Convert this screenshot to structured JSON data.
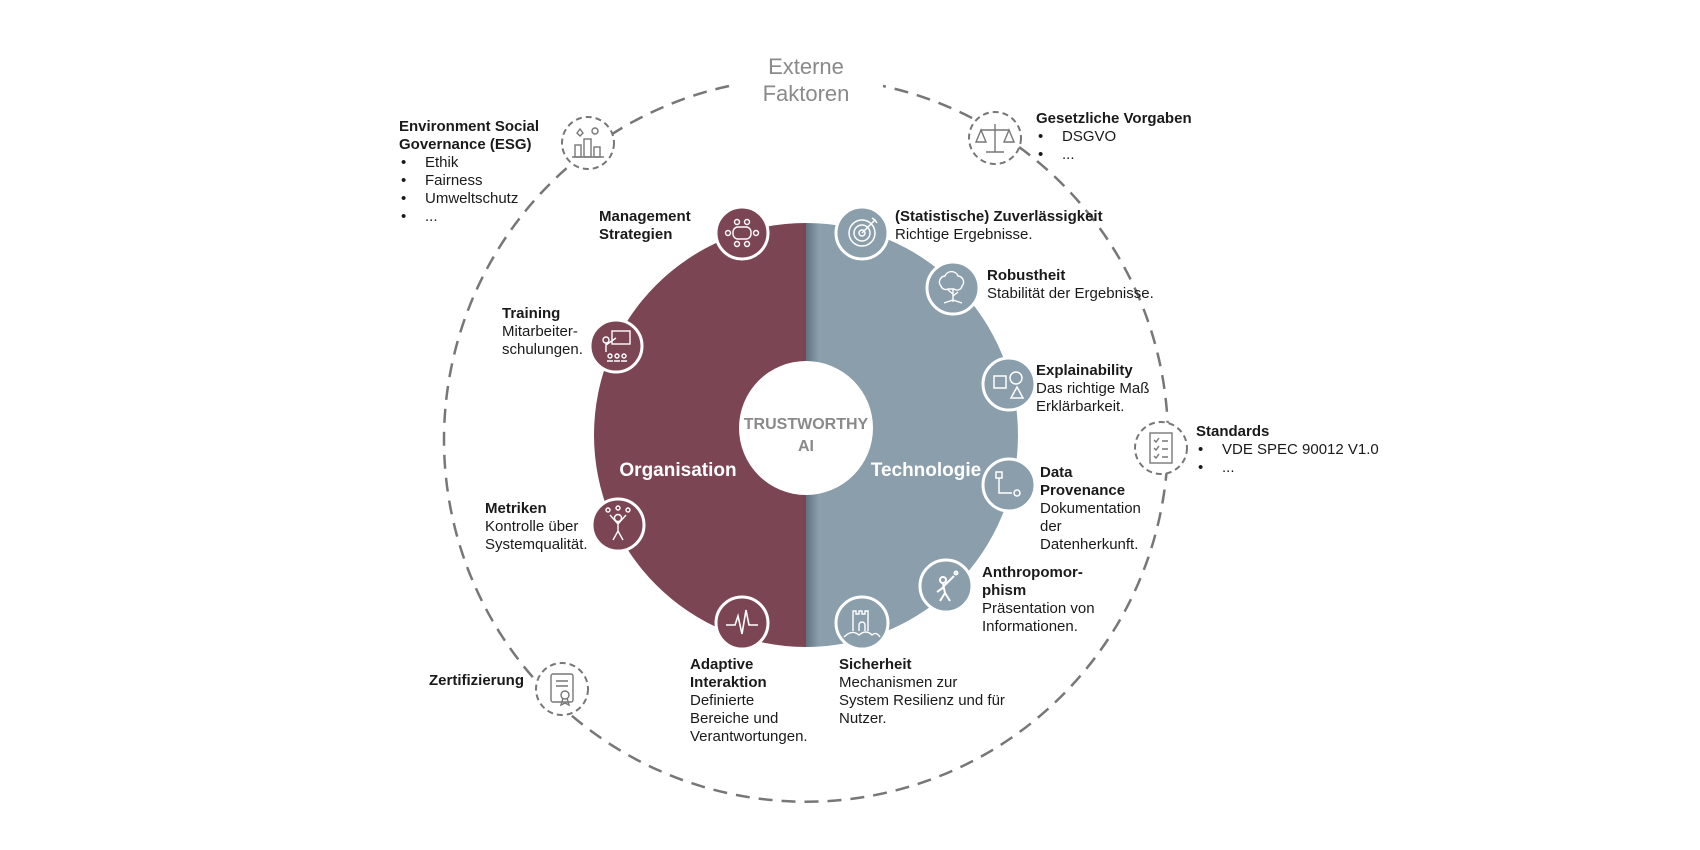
{
  "colors": {
    "organisation": "#7b4553",
    "technologie": "#8a9eab",
    "dashed": "#777777",
    "external_title": "#8a8a8a",
    "center_text": "#8a8a8a"
  },
  "center": {
    "line1": "TRUSTWORTHY",
    "line2": "AI"
  },
  "halves": {
    "left": "Organisation",
    "right": "Technologie"
  },
  "external": {
    "title": "Externe\nFaktoren",
    "esg": {
      "title": "Environment Social\nGovernance (ESG)",
      "bullets": [
        "Ethik",
        "Fairness",
        "Umweltschutz",
        "..."
      ],
      "icon": "esg-icon"
    },
    "legal": {
      "title": "Gesetzliche Vorgaben",
      "bullets": [
        "DSGVO",
        "..."
      ],
      "icon": "scales-icon"
    },
    "standards": {
      "title": "Standards",
      "bullets": [
        "VDE SPEC 90012 V1.0",
        "..."
      ],
      "icon": "checklist-icon"
    },
    "certification": {
      "title": "Zertifizierung",
      "icon": "certificate-icon"
    }
  },
  "organisation": {
    "management": {
      "title": "Management\nStrategien",
      "desc": "",
      "icon": "meeting-table-icon"
    },
    "training": {
      "title": "Training",
      "desc": "Mitarbeiter-\nschulungen.",
      "icon": "presentation-icon"
    },
    "metriken": {
      "title": "Metriken",
      "desc": "Kontrolle über\nSystemqualität.",
      "icon": "juggler-icon"
    },
    "adaptive": {
      "title": "Adaptive\nInteraktion",
      "desc": "Definierte\nBereiche und\nVerantwortungen.",
      "icon": "pulse-icon"
    }
  },
  "technologie": {
    "zuverlaessigkeit": {
      "title": "(Statistische) Zuverlässigkeit",
      "desc": "Richtige Ergebnisse.",
      "icon": "target-icon"
    },
    "robustheit": {
      "title": "Robustheit",
      "desc": "Stabilität der Ergebnisse.",
      "icon": "tree-icon"
    },
    "explainability": {
      "title": "Explainability",
      "desc": "Das richtige Maß\nErklärbarkeit.",
      "icon": "shapes-icon"
    },
    "provenance": {
      "title": "Data\nProvenance",
      "desc": "Dokumentation\nder\nDatenherkunft.",
      "icon": "flow-icon"
    },
    "anthropomorphism": {
      "title": "Anthropomor-\nphism",
      "desc": "Präsentation von\nInformationen.",
      "icon": "person-reaching-icon"
    },
    "sicherheit": {
      "title": "Sicherheit",
      "desc": "Mechanismen zur\nSystem Resilienz und für\nNutzer.",
      "icon": "castle-icon"
    }
  }
}
